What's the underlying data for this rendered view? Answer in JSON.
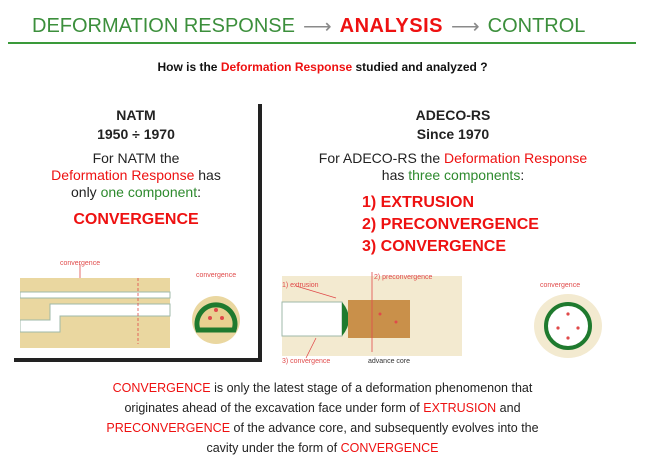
{
  "header": {
    "step1": "DEFORMATION RESPONSE",
    "step2": "ANALYSIS",
    "step3": "CONTROL",
    "arrow": "⟶"
  },
  "question": {
    "before": "How is the ",
    "highlight": "Deformation Response",
    "after": " studied and analyzed ?"
  },
  "natm": {
    "name": "NATM",
    "period": "1950 ÷ 1970",
    "line1": "For NATM the",
    "line2_red": "Deformation Response",
    "line2_rest": " has",
    "line3_before": "only ",
    "line3_green": "one component",
    "line3_after": ":",
    "component": "CONVERGENCE",
    "fig_labels": {
      "long": "convergence",
      "section": "convergence"
    }
  },
  "adeco": {
    "name": "ADECO-RS",
    "period": "Since 1970",
    "line1_before": "For ADECO-RS the ",
    "line1_red": "Deformation Response",
    "line2_before": "has ",
    "line2_green": "three components",
    "line2_after": ":",
    "components": [
      "1)   EXTRUSION",
      "2)   PRECONVERGENCE",
      "3)  CONVERGENCE"
    ],
    "fig_labels": {
      "extrusion": "1) extrusion",
      "preconvergence": "2) preconvergence",
      "convergence_long": "3) convergence",
      "advance_core": "advance core",
      "section": "convergence"
    }
  },
  "footer": {
    "l1_red": "CONVERGENCE",
    "l1_rest": "  is only the latest stage of a deformation phenomenon that",
    "l2_before": "originates ahead of  the excavation face under form of ",
    "l2_red": "EXTRUSION",
    "l2_after": " and",
    "l3_red": "PRECONVERGENCE",
    "l3_rest": " of the advance core, and subsequently evolves into the",
    "l4_before": "cavity under the form of ",
    "l4_red": "CONVERGENCE"
  },
  "colors": {
    "red": "#ee1111",
    "green": "#2e8a2e",
    "tunnel_lining": "#1f7a2e",
    "ground": "#ead7a0",
    "core": "#c9904a"
  }
}
